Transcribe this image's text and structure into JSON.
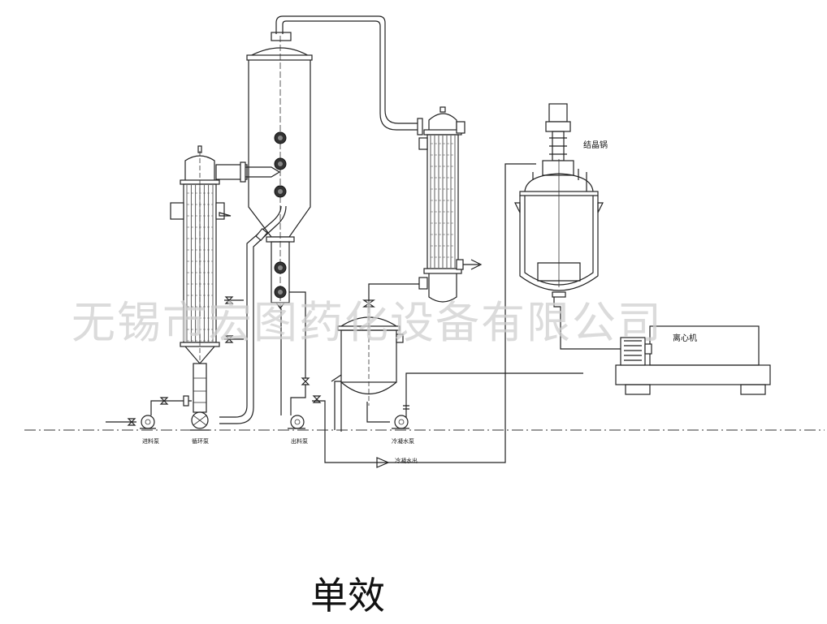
{
  "watermark": "无锡市宏图药化设备有限公司",
  "title": "单效",
  "labels": {
    "crystallizer": "结晶锅",
    "centrifuge": "离心机",
    "feed_pump": "进料泵",
    "circulation_pump": "循环泵",
    "discharge_pump": "出料泵",
    "condensate_pump": "冷凝水泵",
    "condensate_out": "冷凝水出"
  }
}
